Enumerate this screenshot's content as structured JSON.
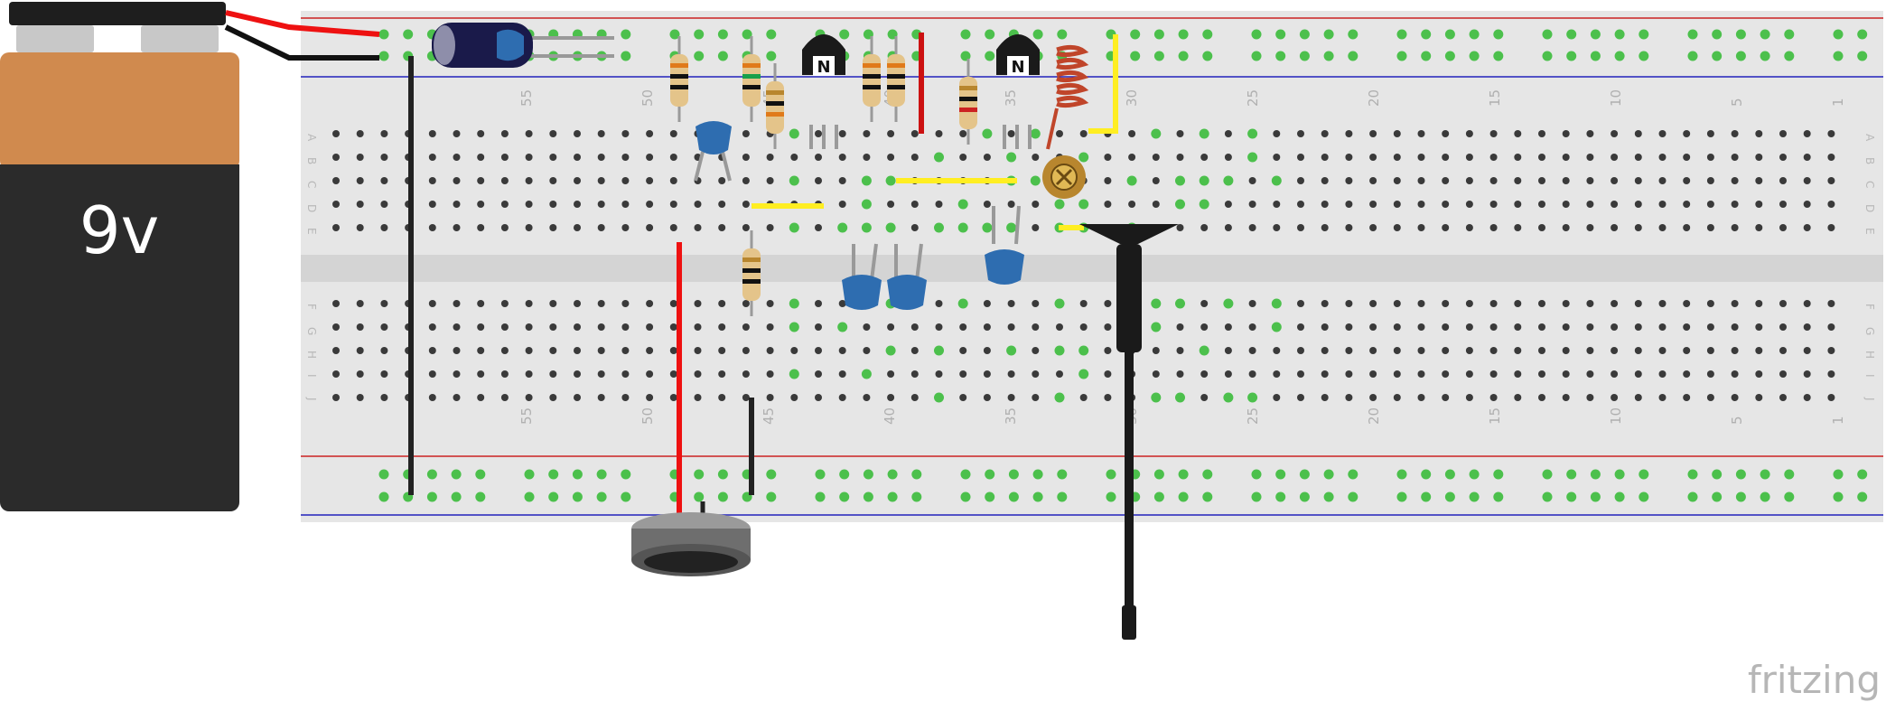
{
  "battery": {
    "label": "9v"
  },
  "breadboard": {
    "column_numbers": [
      "55",
      "50",
      "45",
      "40",
      "35",
      "30",
      "25",
      "20",
      "15",
      "10",
      "5",
      "1"
    ],
    "row_letters_top": [
      "A",
      "B",
      "C",
      "D",
      "E"
    ],
    "row_letters_bottom": [
      "F",
      "G",
      "H",
      "I",
      "J"
    ]
  },
  "transistors": {
    "left_marking": "N",
    "right_marking": "N"
  },
  "watermark": "fritzing",
  "colors": {
    "battery_top": "#d08a4e",
    "battery_body": "#2b2b2b",
    "wire_red": "#ee1111",
    "wire_black": "#222222",
    "wire_yellow": "#ffee22",
    "capacitor_blue": "#2e6db0",
    "breadboard": "#e6e6e6",
    "rail_red": "#cc2222",
    "rail_blue": "#2222bb",
    "hole_green": "#4cc04c",
    "hole_dark": "#3a3a3a"
  }
}
